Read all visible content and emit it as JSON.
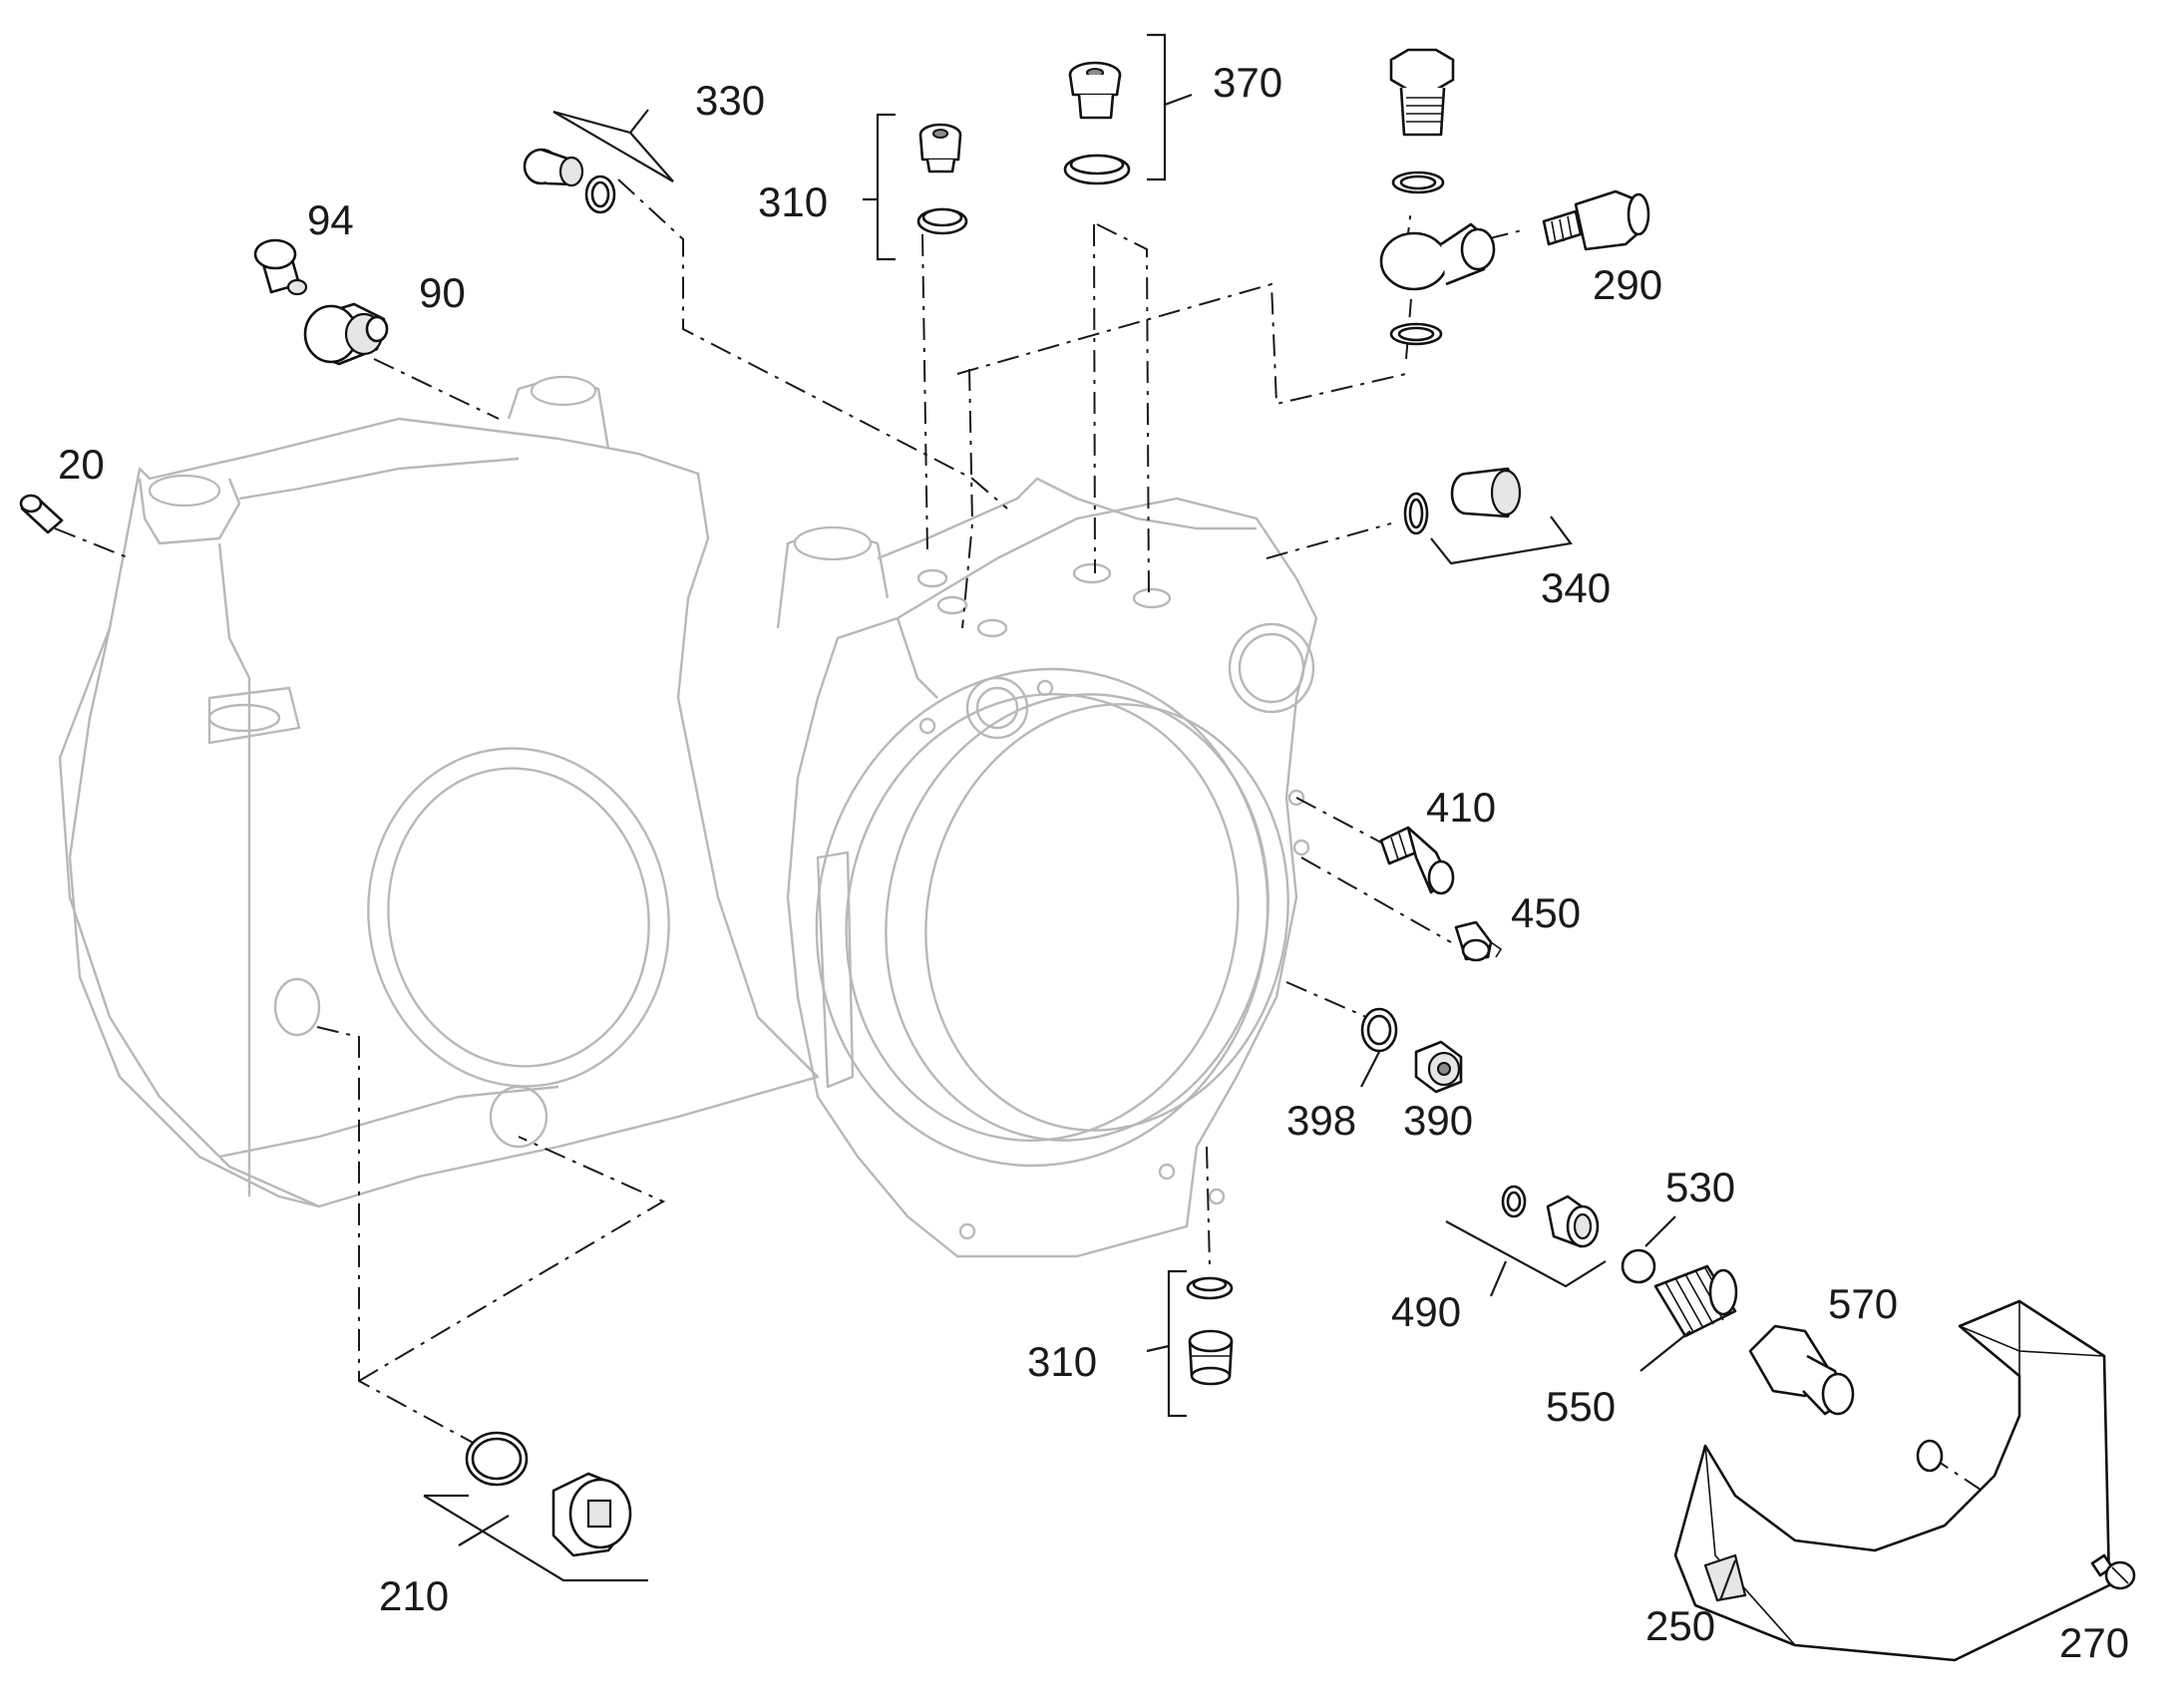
{
  "callouts": {
    "c20": "20",
    "c90": "90",
    "c94": "94",
    "c210": "210",
    "c250": "250",
    "c270": "270",
    "c290": "290",
    "c310_top": "310",
    "c310_bottom": "310",
    "c330": "330",
    "c340": "340",
    "c370": "370",
    "c390": "390",
    "c398": "398",
    "c410": "410",
    "c450": "450",
    "c490": "490",
    "c530": "530",
    "c550": "550",
    "c570": "570"
  }
}
